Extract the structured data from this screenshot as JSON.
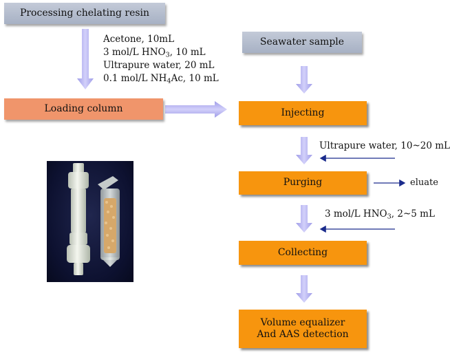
{
  "boxes": {
    "processing": "Processing chelating resin",
    "loading": "Loading column",
    "seawater": "Seawater sample",
    "injecting": "Injecting",
    "purging": "Purging",
    "collecting": "Collecting",
    "volume_line1": "Volume equalizer",
    "volume_line2": "And AAS detection"
  },
  "reagents": {
    "acetone": "Acetone, 10mL",
    "hno3_prefix": "3 mol/L HNO",
    "hno3_sub": "3",
    "hno3_suffix": ", 10 mL",
    "ultrapure": "Ultrapure water, 20 mL",
    "nh4ac_prefix": "0.1 mol/L NH",
    "nh4ac_sub": "4",
    "nh4ac_suffix": "Ac, 10 mL"
  },
  "side_labels": {
    "ultrapure_water": "Ultrapure water, 10~20 mL",
    "eluate": "eluate",
    "hno3_prefix": "3 mol/L HNO",
    "hno3_sub": "3",
    "hno3_suffix": ", 2~5 mL"
  },
  "colors": {
    "grey_box": "#b3bccd",
    "salmon_box": "#f0956b",
    "orange_box": "#f7950e",
    "block_arrow": "#b7b4f0",
    "thin_arrow": "#1a2b8c"
  },
  "icons": [
    "column-cartridge-photo"
  ]
}
